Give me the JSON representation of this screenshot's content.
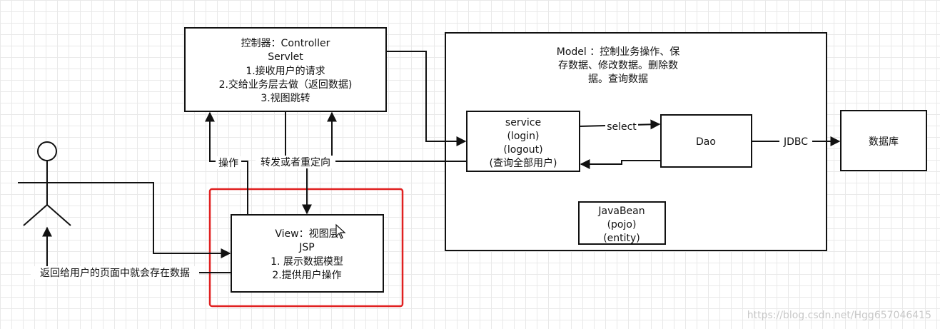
{
  "controller": {
    "lines": [
      "控制器：Controller",
      "Servlet",
      "1.接收用户的请求",
      "2.交给业务层去做（返回数据)",
      "3.视图跳转"
    ]
  },
  "model": {
    "lines": [
      "Model ：控制业务操作、保",
      "存数据、修改数据。删除数",
      "据。查询数据"
    ]
  },
  "service": {
    "lines": [
      "service",
      "(login)",
      "(logout)",
      "(查询全部用户)"
    ]
  },
  "dao": {
    "label": "Dao"
  },
  "database": {
    "label": "数据库"
  },
  "javabean": {
    "lines": [
      "JavaBean",
      "(pojo)",
      "(entity)"
    ]
  },
  "view": {
    "lines": [
      "View：视图层",
      "JSP",
      "1. 展示数据模型",
      "2.提供用户操作"
    ]
  },
  "edges": {
    "select": "select",
    "jdbc": "JDBC",
    "operate": "操作",
    "forward": "转发或者重定向",
    "return_data": "返回给用户的页面中就会存在数据"
  },
  "highlight_color": "#e02020",
  "watermark": "https://blog.csdn.net/Hgg657046415"
}
